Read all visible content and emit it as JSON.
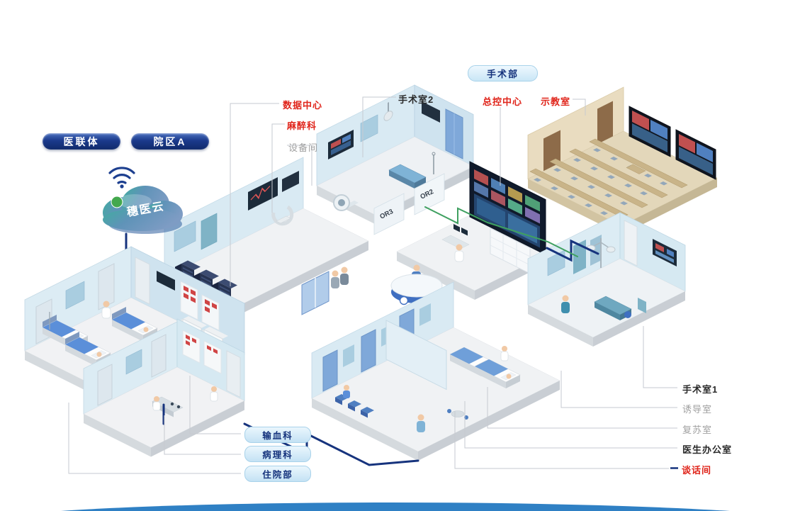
{
  "cloud": {
    "label": "穗医云"
  },
  "pills": {
    "surgery_dept": "手术部",
    "medical_alliance": "医联体",
    "campus_a": "院区A",
    "blood_transfusion": "输血科",
    "pathology": "病理科",
    "inpatient": "住院部"
  },
  "callouts": {
    "data_center": "数据中心",
    "anesthesiology": "麻醉科",
    "equipment_room": "设备间",
    "operating_room_2": "手术室2",
    "master_control": "总控中心",
    "demo_room": "示教室",
    "operating_room_1": "手术室1",
    "induction_room": "诱导室",
    "recovery_room": "复苏室",
    "doctor_office": "医生办公室",
    "talk_room": "谈话间"
  },
  "room_tags": {
    "or2": "OR2",
    "or3": "OR3"
  },
  "icons": {
    "wifi_icon": "wifi-arcs",
    "cloud_icon": "cloud"
  },
  "colors": {
    "accent_red": "#e0251b",
    "navy": "#16337d",
    "link_green": "#3fa060",
    "pill_light_bg": "#d9edf9",
    "label_gray": "#a0a0a0",
    "cloud_teal": "#3fae9f",
    "footer_blue": "#2f80c4"
  }
}
